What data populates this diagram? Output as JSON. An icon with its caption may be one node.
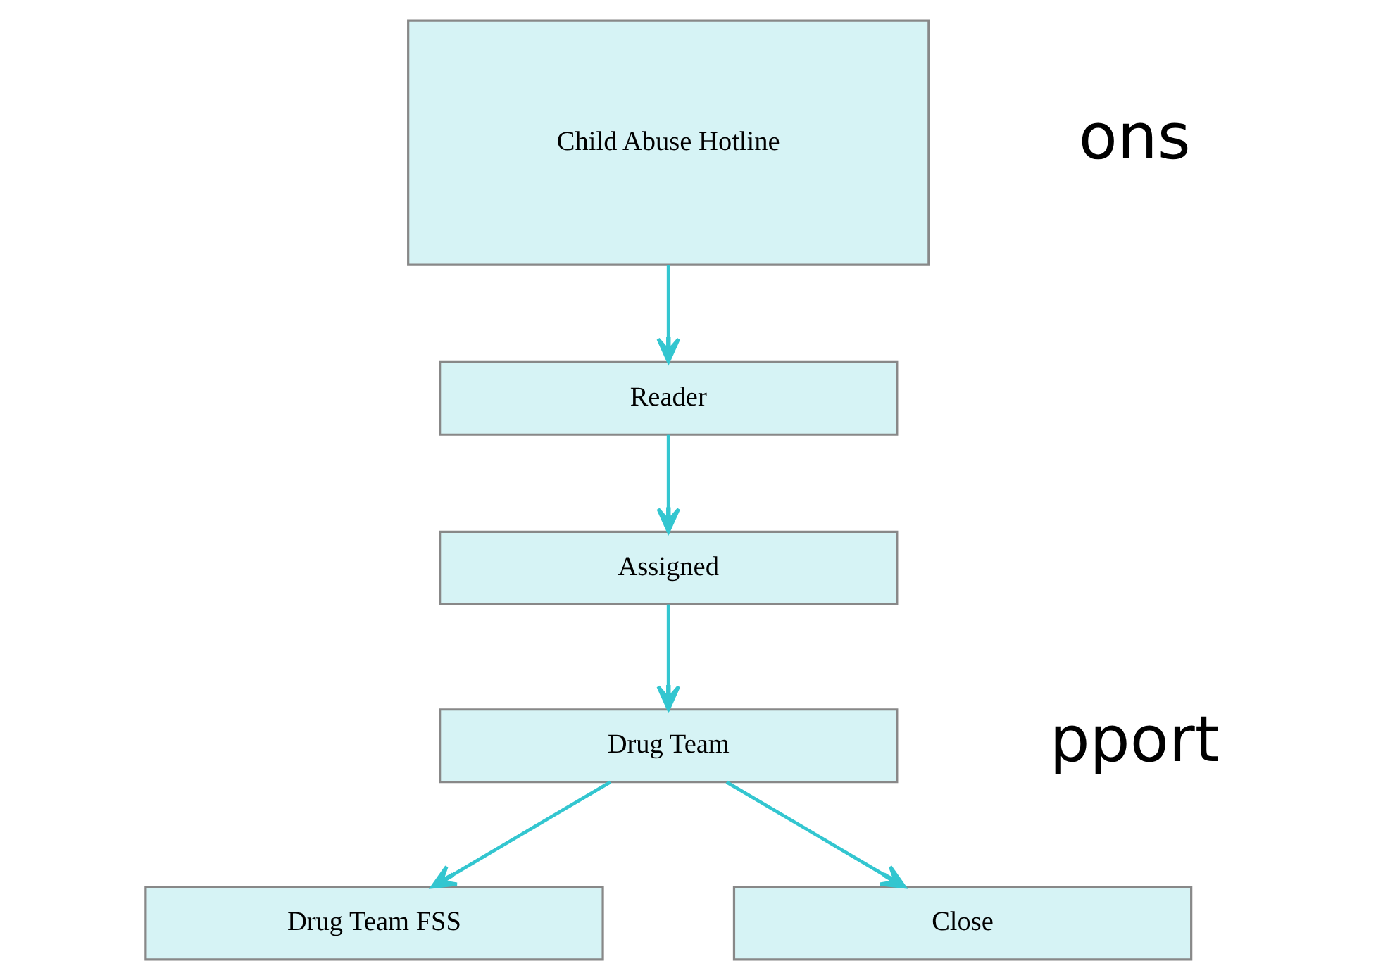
{
  "diagram": {
    "nodes": [
      {
        "text": [
          "Child Abuse Hotline"
        ]
      },
      {
        "text": [
          "Reader"
        ]
      },
      {
        "text": [
          "Assigned"
        ]
      },
      {
        "text": [
          "Drug Team"
        ]
      },
      {
        "text": [
          "Drug Team FSS"
        ]
      },
      {
        "text": [
          "Close"
        ]
      }
    ],
    "edges": [
      {
        "from": 0,
        "to": 1,
        "arrow": "to"
      },
      {
        "from": 1,
        "to": 2,
        "arrow": "to"
      },
      {
        "from": 2,
        "to": 3,
        "arrow": "to"
      },
      {
        "from": 3,
        "to": 4,
        "arrow": "to"
      },
      {
        "from": 3,
        "to": 5,
        "arrow": "to"
      }
    ],
    "labels": [
      "ons",
      "pport"
    ]
  }
}
